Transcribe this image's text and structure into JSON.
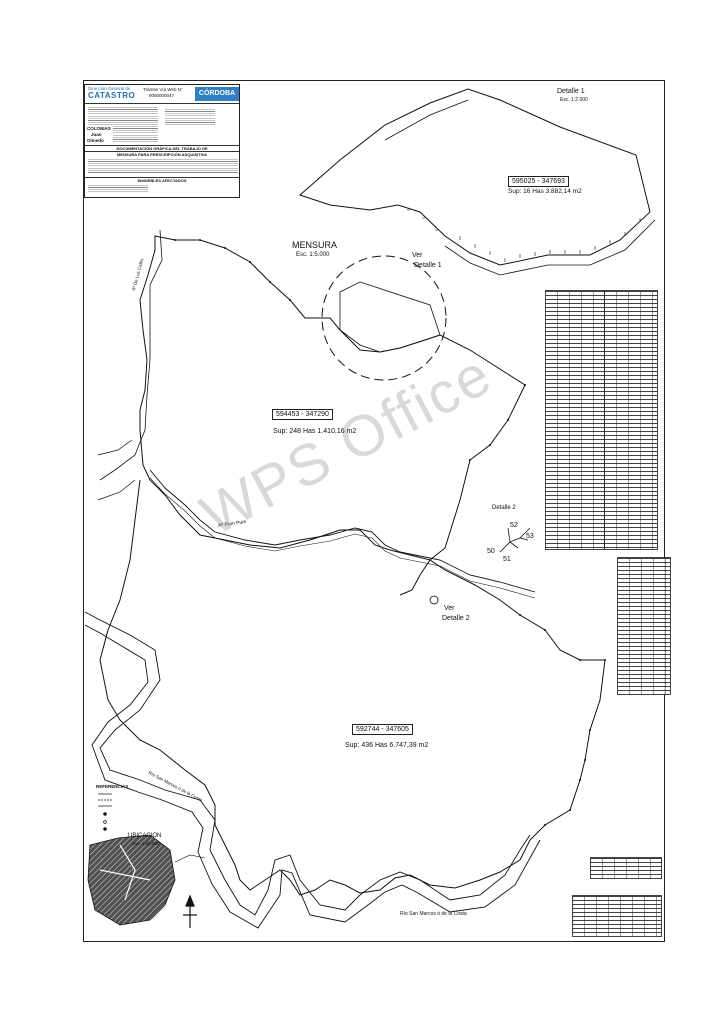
{
  "title_block": {
    "agency_line1": "Dirección General de",
    "agency_line2": "CATASTRO",
    "tramite_label": "Trámite Vía Web N°",
    "tramite_number": "0000000047",
    "province": "CÓRDOBA",
    "locality_line1": "COLONIAS",
    "locality_line2": "Juan",
    "locality_line3": "Olmedo",
    "document_header": "DOCUMENTACIÓN GRÁFICA DEL TRABAJO DE",
    "document_type": "MENSURA PARA PRESCRIPCIÓN ADQUISITIVA",
    "affected_header": "INMUEBLES AFECTADOS"
  },
  "map": {
    "main_title": "MENSURA",
    "main_scale": "Esc. 1:5.000",
    "detail1_title": "Detalle 1",
    "detail1_scale": "Esc. 1:2.000",
    "detail1_ref_line1": "Ver",
    "detail1_ref_line2": "Detalle 1",
    "detail2_ref_line1": "Ver",
    "detail2_ref_line2": "Detalle 2",
    "detail2_title": "Detalle 2",
    "detail2_points": [
      "50",
      "51",
      "52",
      "53"
    ],
    "parcels": [
      {
        "id": "595025 - 347693",
        "area": "Sup: 16 Has 3.882,14 m2"
      },
      {
        "id": "594453 - 347290",
        "area": "Sup: 248 Has 1.410,16 m2"
      },
      {
        "id": "592744 - 347605",
        "area": "Sup: 436 Has 6.747,39 m2"
      }
    ],
    "stream_puro": "Aº Pum Pum",
    "stream_los_cafes": "Aº De Los Cafés",
    "river_label": "Río San Marcos ó de la Costa",
    "river_label_2": "Río San Marcos ó de la Costa",
    "location_title": "UBICACION",
    "location_scale": "Esc. 1:40.000",
    "references_title": "REFERENCIAS",
    "watermark": "WPS Office"
  },
  "colors": {
    "ink": "#111111",
    "brand_blue": "#1f6fb5",
    "badge_blue": "#2f7fc4",
    "watermark": "#9a9a9a"
  }
}
